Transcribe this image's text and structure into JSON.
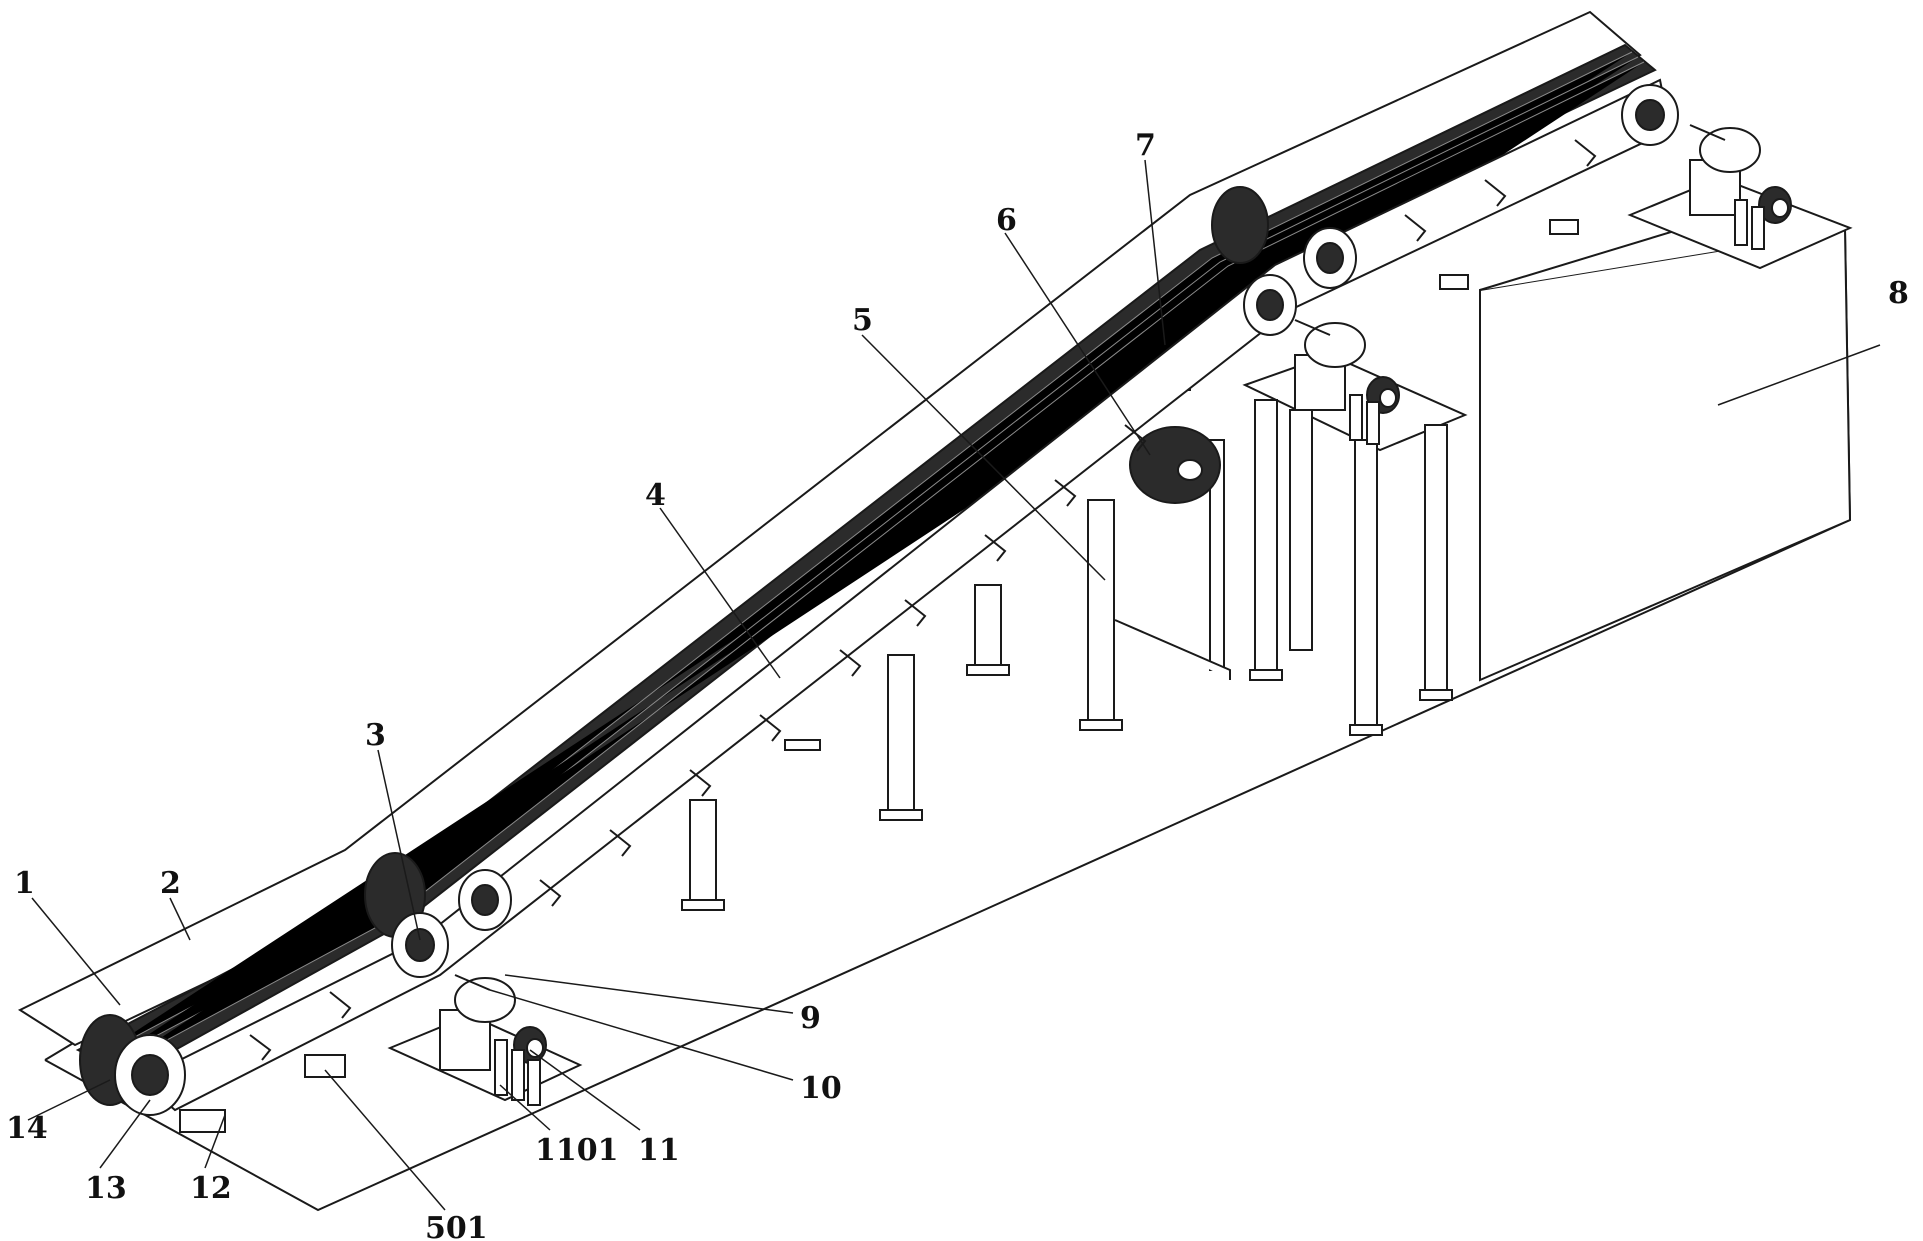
{
  "colors": {
    "ink": "#1a1a1a",
    "belt": "#2b2b2b",
    "background": "#ffffff"
  },
  "reference_numerals": {
    "belt_lower": "1",
    "housing_cover": "2",
    "bend_roller": "3",
    "idler_rack": "4",
    "support_leg": "5",
    "tension_drum": "6",
    "counterweight": "7",
    "platform_block": "8",
    "drive_shaft": "9",
    "gearbox": "10",
    "motor": "11",
    "motor_mount": "1101",
    "tail_frame": "12",
    "tail_pulley": "13",
    "base_plate": "14",
    "foot_pad": "501"
  }
}
